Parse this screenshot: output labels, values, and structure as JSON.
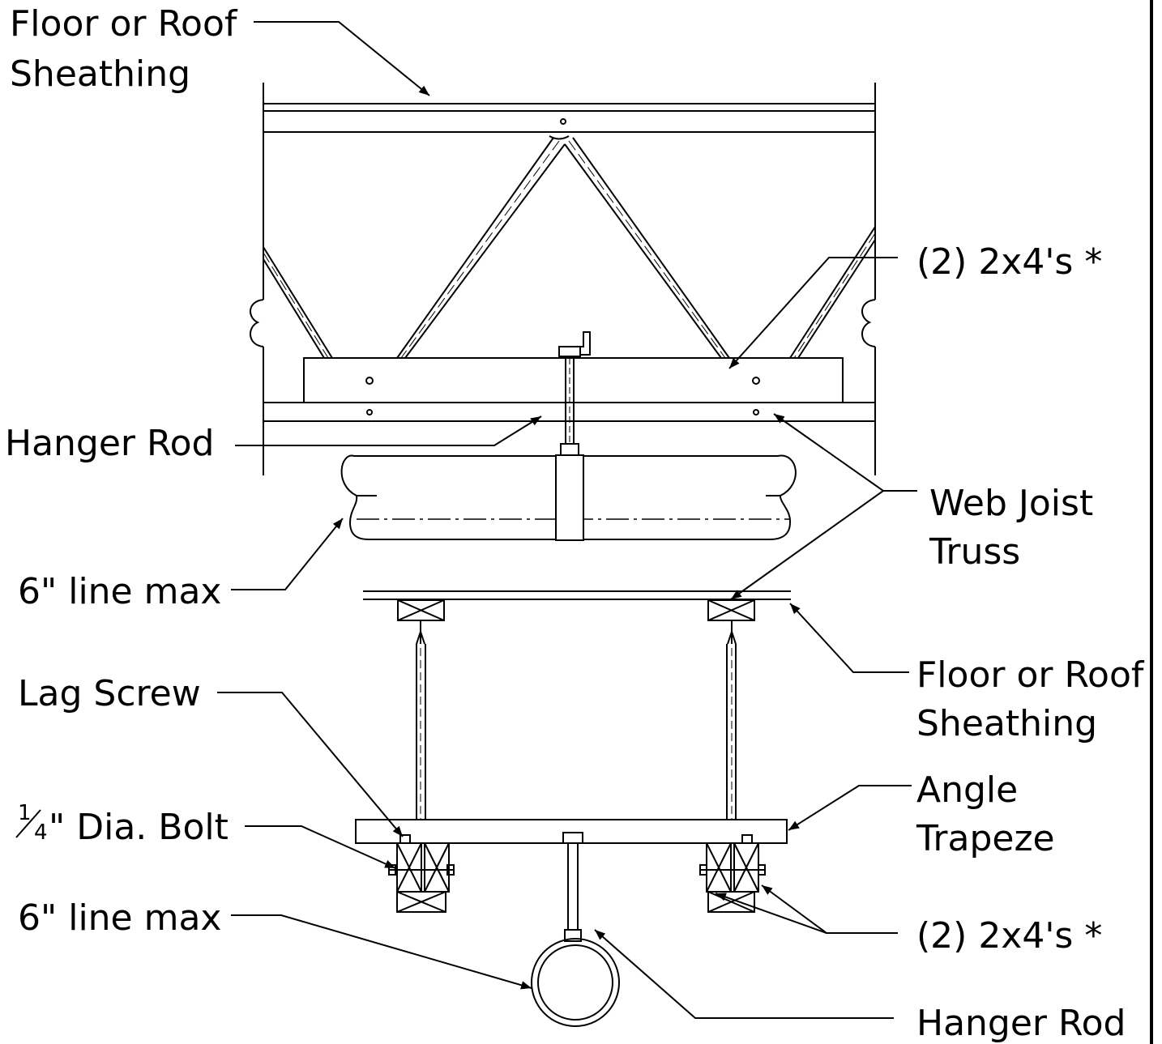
{
  "labels": {
    "top_sheathing_1": "Floor or Roof",
    "top_sheathing_2": "Sheathing",
    "top_2x4": "(2) 2x4's *",
    "top_hanger_rod": "Hanger Rod",
    "web_joist_1": "Web Joist",
    "web_joist_2": "Truss",
    "top_line_max": "6\" line max",
    "bottom_sheathing_1": "Floor or Roof",
    "bottom_sheathing_2": "Sheathing",
    "lag_screw": "Lag Screw",
    "angle_trapeze_1": "Angle",
    "angle_trapeze_2": "Trapeze",
    "bolt_frac_num": "1",
    "bolt_frac_den": "4",
    "bolt_text": "\" Dia. Bolt",
    "bottom_line_max": "6\" line max",
    "bottom_2x4": "(2) 2x4's *",
    "bottom_hanger_rod": "Hanger Rod"
  }
}
